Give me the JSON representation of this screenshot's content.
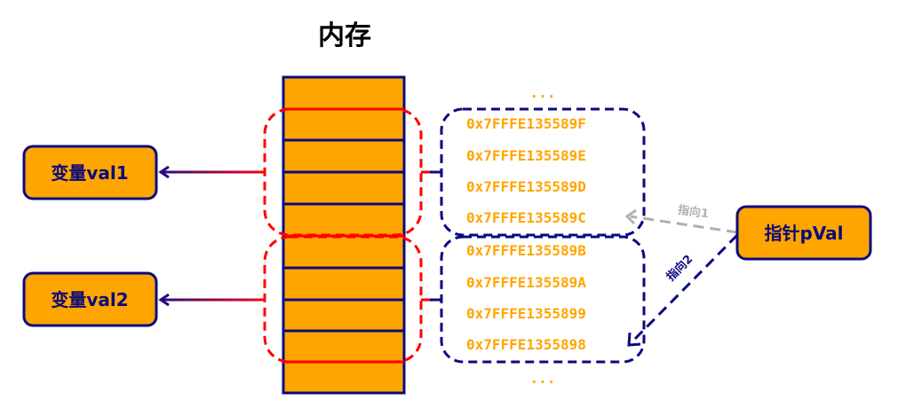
{
  "title": "内存",
  "variables": [
    {
      "label": "变量val1"
    },
    {
      "label": "变量val2"
    }
  ],
  "pointer": {
    "label": "指针pVal"
  },
  "addresses": [
    "0x7FFFE135589F",
    "0x7FFFE135589E",
    "0x7FFFE135589D",
    "0x7FFFE135589C",
    "0x7FFFE135589B",
    "0x7FFFE135589A",
    "0x7FFFE1355899",
    "0x7FFFE1355898"
  ],
  "ellipsis_top": "...",
  "ellipsis_bottom": "...",
  "arrows": {
    "points_to_1": "指向1",
    "points_to_2": "指向2"
  },
  "colors": {
    "cell": "#FFA500",
    "border": "#0a0a80",
    "group": "#FF0000",
    "arrow1": "#b0b0b0"
  }
}
